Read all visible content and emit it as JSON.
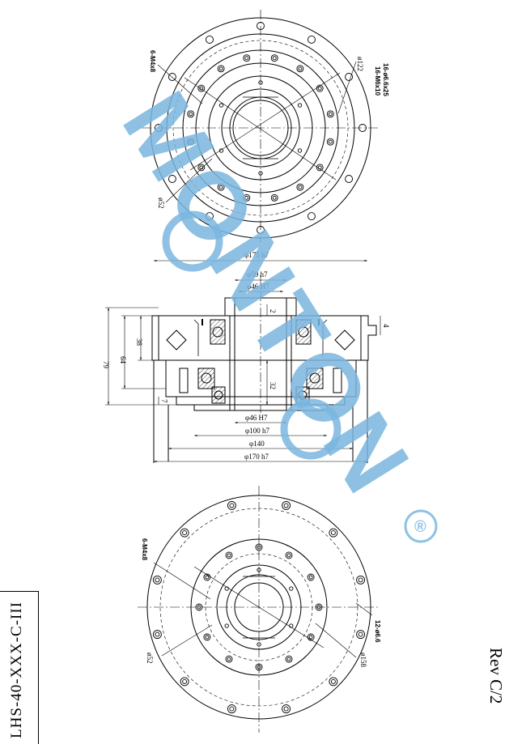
{
  "top_view": {
    "label_m4": "6-M4x8",
    "label_d122": "ø122",
    "label_holes": "16-ø6.6x25",
    "label_m6": "16-M6x10",
    "label_d52": "ø52"
  },
  "section_view": {
    "d175": "φ175 h7",
    "d59": "φ59 h7",
    "d46_top": "φ46 H7",
    "d46_bottom": "φ46 H7",
    "d100": "φ100 h7",
    "d140": "φ140",
    "d170": "φ170 h7",
    "h79": "79",
    "h64": "64",
    "h38": "38",
    "h7": "7",
    "h32": "32",
    "h2": "2",
    "h4": "4"
  },
  "bottom_view": {
    "label_m4": "6-M4x8",
    "label_holes": "12-ø6.6",
    "label_d158": "ø158",
    "label_d52": "ø52"
  },
  "title_block": {
    "part_number": "LHS-40-XXX-C-III"
  },
  "revision": "Rev C/2",
  "watermark": {
    "text": "MONTON",
    "registered": "®",
    "color": "#7ab6df"
  }
}
